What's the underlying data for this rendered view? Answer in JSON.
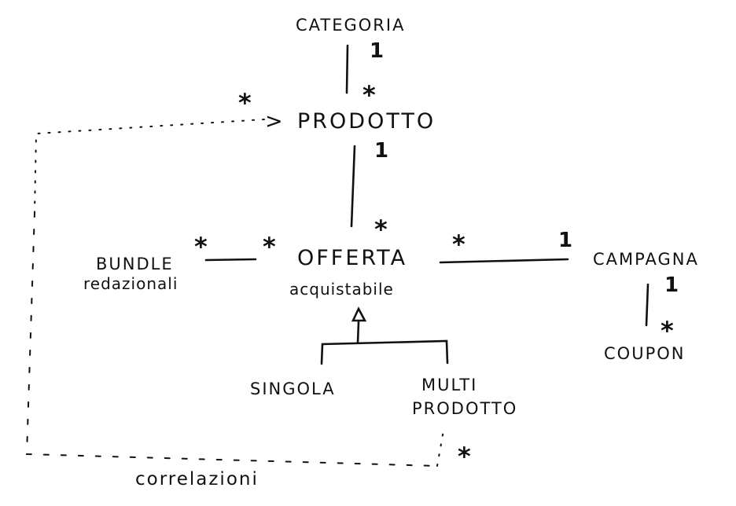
{
  "entities": {
    "categoria": "CATEGORIA",
    "prodotto": "PRODOTTO",
    "offerta": "OFFERTA",
    "offerta_sub": "acquistabile",
    "bundle": "BUNDLE",
    "bundle_sub": "redazionali",
    "campagna": "CAMPAGNA",
    "coupon": "COUPON",
    "singola": "SINGOLA",
    "multi_line1": "MULTI",
    "multi_line2": "PRODOTTO"
  },
  "multiplicities": {
    "categoria_prodotto_one": "1",
    "categoria_prodotto_many": "*",
    "prodotto_offerta_one": "1",
    "prodotto_offerta_many": "*",
    "bundle_offerta_bundle_side": "*",
    "bundle_offerta_offerta_side": "*",
    "offerta_campagna_offerta_side": "*",
    "offerta_campagna_campagna_side": "1",
    "campagna_coupon_one": "1",
    "campagna_coupon_many": "*",
    "correlazioni_prodotto_end": "*",
    "correlazioni_multi_end": "*"
  },
  "relations": {
    "correlazioni": "correlazioni"
  },
  "arrows": {
    "correlazioni_head": ">"
  }
}
